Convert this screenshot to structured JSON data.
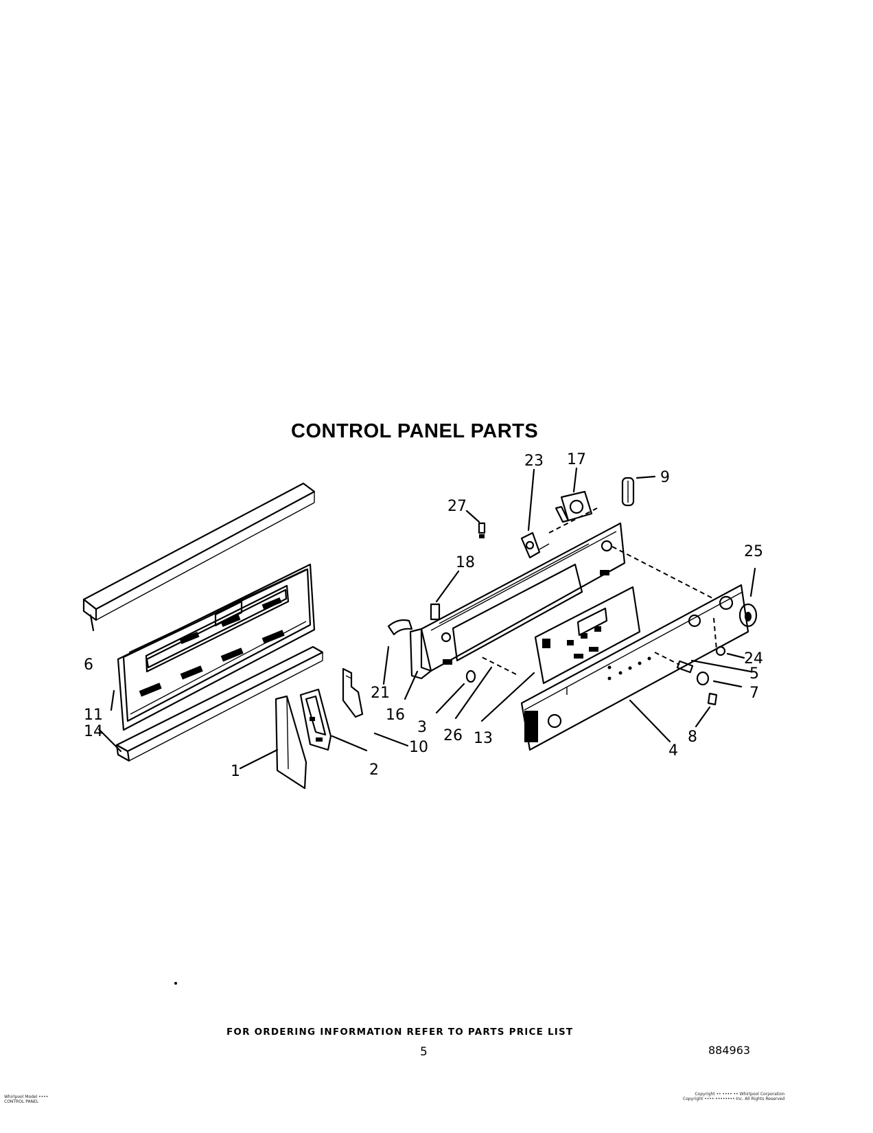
{
  "title": "CONTROL PANEL PARTS",
  "footer": {
    "ordering_note": "FOR ORDERING INFORMATION REFER TO PARTS PRICE LIST",
    "page_number": "5",
    "doc_code": "884963"
  },
  "fine_print": {
    "left_line1": "Whirlpool Model ••••",
    "left_line2": "CONTROL PANEL",
    "right_line1": "Copyright •• •••• •• Whirlpool Corporation",
    "right_line2": "Copyright •••• •••••••• Inc. All Rights Reserved"
  },
  "callouts": [
    "1",
    "2",
    "3",
    "4",
    "5",
    "6",
    "7",
    "8",
    "9",
    "10",
    "11",
    "13",
    "14",
    "16",
    "17",
    "18",
    "21",
    "23",
    "24",
    "25",
    "26",
    "27"
  ]
}
